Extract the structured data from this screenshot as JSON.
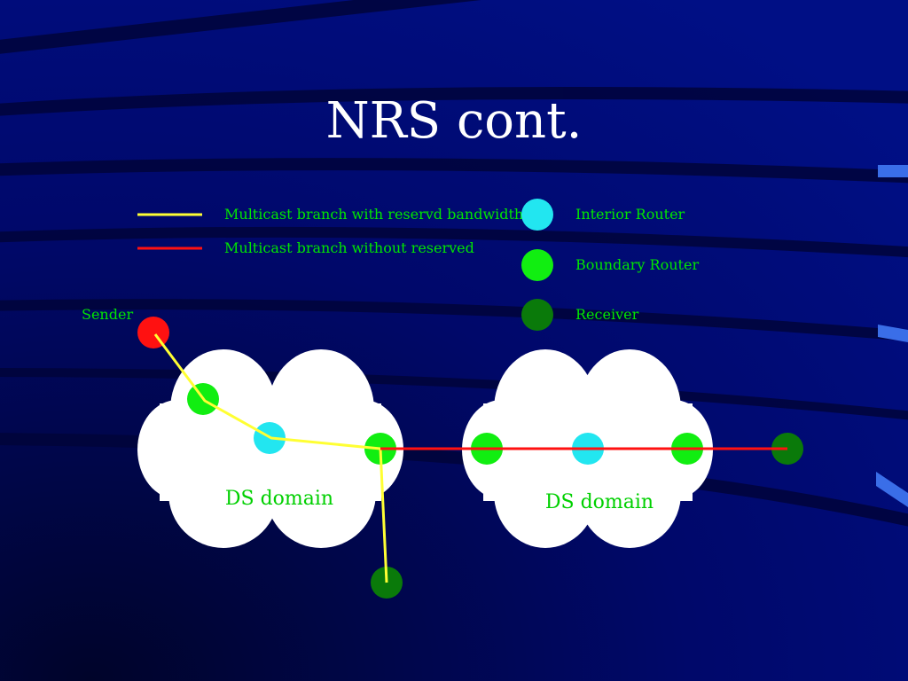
{
  "slide": {
    "title": "NRS cont."
  },
  "legend": {
    "reserved_branch": "Multicast branch with reservd bandwidth",
    "unreserved_branch": "Multicast branch without reserved",
    "interior_router": "Interior Router",
    "boundary_router": "Boundary Router",
    "receiver": "Receiver"
  },
  "diagram": {
    "sender_label": "Sender",
    "domain_left_label": "DS domain",
    "domain_right_label": "DS domain"
  },
  "colors": {
    "background": "#000c6a",
    "text": "#00e600",
    "title": "#ffffff",
    "reserved_line": "#ffff33",
    "unreserved_line": "#ff1111",
    "sender": "#ff1111",
    "interior_router": "#22e6f0",
    "boundary_router": "#11ee11",
    "receiver": "#0a7a0a",
    "cloud": "#ffffff"
  }
}
